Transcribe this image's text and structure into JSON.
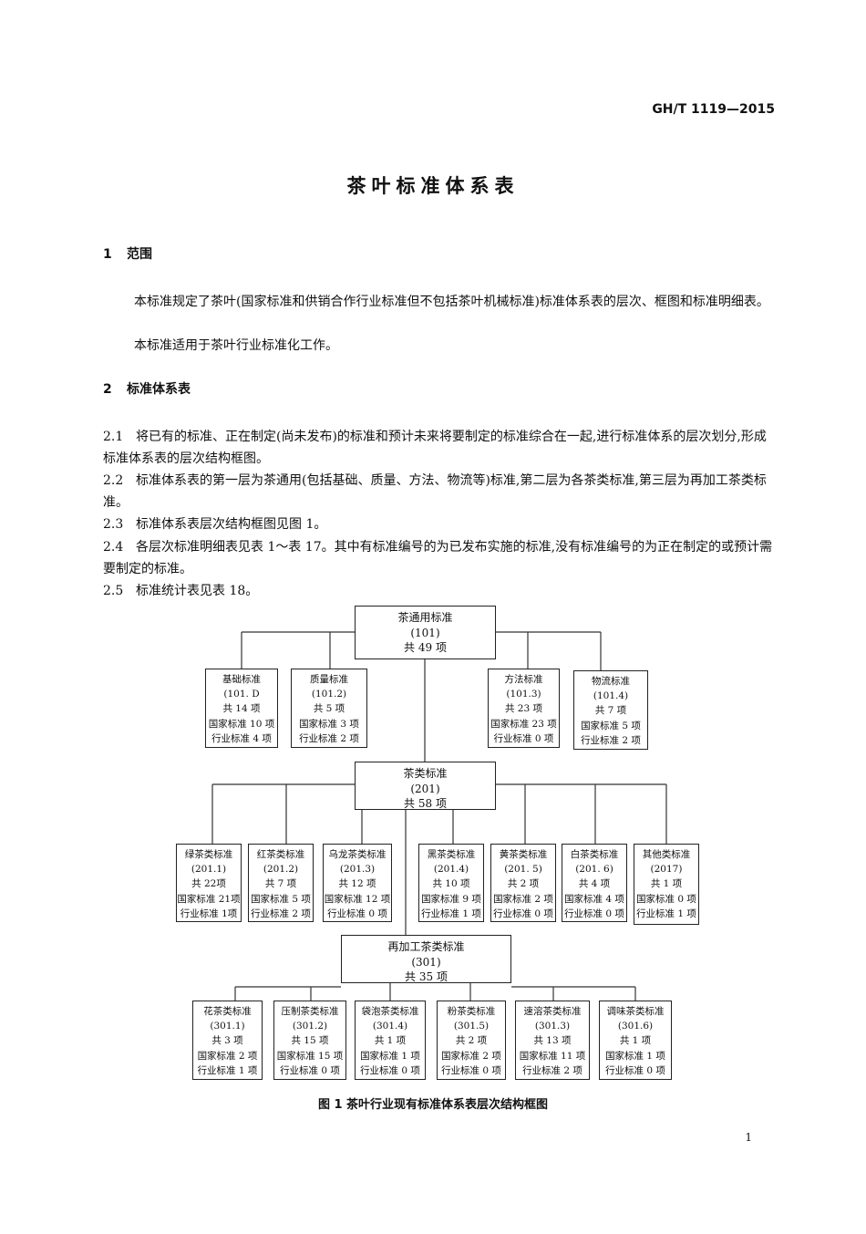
{
  "doc_code": "GH/T 1119—2015",
  "title": "茶叶标准体系表",
  "sections": [
    {
      "num": "1",
      "title": "范围"
    },
    {
      "num": "2",
      "title": "标准体系表"
    }
  ],
  "scope_paras": [
    "本标准规定了茶叶(国家标准和供销合作行业标准但不包括茶叶机械标准)标准体系表的层次、框图和标准明细表。",
    "本标准适用于茶叶行业标准化工作。"
  ],
  "clauses": [
    {
      "num": "2.1",
      "text": "将已有的标准、正在制定(尚未发布)的标准和预计未来将要制定的标准综合在一起,进行标准体系的层次划分,形成标准体系表的层次结构框图。"
    },
    {
      "num": "2.2",
      "text": "标准体系表的第一层为茶通用(包括基础、质量、方法、物流等)标准,第二层为各茶类标准,第三层为再加工茶类标准。"
    },
    {
      "num": "2.3",
      "text": "标准体系表层次结构框图见图 1。"
    },
    {
      "num": "2.4",
      "text": "各层次标准明细表见表 1～表 17。其中有标准编号的为已发布实施的标准,没有标准编号的为正在制定的或预计需要制定的标准。"
    },
    {
      "num": "2.5",
      "text": "标准统计表见表 18。"
    }
  ],
  "diagram": {
    "main": [
      {
        "lines": [
          "茶通用标准",
          "(101)",
          "共 49 项"
        ]
      },
      {
        "lines": [
          "茶类标准",
          "(201)",
          "共 58 项"
        ]
      },
      {
        "lines": [
          "再加工茶类标准",
          "(301)",
          "共 35 项"
        ]
      }
    ],
    "row1": [
      {
        "lines": [
          "基础标准",
          "(101. D",
          "共 14 项",
          "国家标准 10 项",
          "行业标准 4 项"
        ]
      },
      {
        "lines": [
          "质量标准",
          "(101.2)",
          "共 5 项",
          "国家标准 3 项",
          "行业标准 2 项"
        ]
      },
      {
        "lines": [
          "方法标准",
          "(101.3)",
          "共 23 项",
          "国家标准 23 项",
          "行业标准 0 项"
        ]
      },
      {
        "lines": [
          "物流标准",
          "(101.4)",
          "共 7 项",
          "国家标准 5 项",
          "行业标准 2 项"
        ]
      }
    ],
    "row2": [
      {
        "lines": [
          "绿茶类标准",
          "(201.1)",
          "共 22项",
          "国家标准 21项",
          "行业标准 1项"
        ]
      },
      {
        "lines": [
          "红茶类标准",
          "(201.2)",
          "共 7 项",
          "国家标准 5 项",
          "行业标准 2 项"
        ]
      },
      {
        "lines": [
          "乌龙茶类标准",
          "(201.3)",
          "共 12 项",
          "国家标准 12 项",
          "行业标准 0 项"
        ]
      },
      {
        "lines": [
          "黑茶类标准",
          "(201.4)",
          "共 10 项",
          "国家标准 9 项",
          "行业标准 1 项"
        ]
      },
      {
        "lines": [
          "黄茶类标准",
          "(201. 5)",
          "共 2 项",
          "国家标准 2 项",
          "行业标准 0 项"
        ]
      },
      {
        "lines": [
          "白茶类标准",
          "(201. 6)",
          "共 4 项",
          "国家标准 4 项",
          "行业标准 0 项"
        ]
      },
      {
        "lines": [
          "其他类标准",
          "(2017)",
          "共 1 项",
          "国家标准 0 项",
          "行业标准 1 项"
        ]
      }
    ],
    "row3": [
      {
        "lines": [
          "花茶类标准",
          "(301.1)",
          "共 3 项",
          "国家标准 2 项",
          "行业标准 1 项"
        ]
      },
      {
        "lines": [
          "压制茶类标准",
          "(301.2)",
          "共 15 项",
          "国家标准 15 项",
          "行业标准 0 项"
        ]
      },
      {
        "lines": [
          "袋泡茶类标准",
          "(301.4)",
          "共 1 项",
          "国家标准 1 项",
          "行业标准 0 项"
        ]
      },
      {
        "lines": [
          "粉茶类标准",
          "(301.5)",
          "共 2 项",
          "国家标准 2 项",
          "行业标准 0 项"
        ]
      },
      {
        "lines": [
          "速溶茶类标准",
          "(301.3)",
          "共 13 项",
          "国家标准 11 项",
          "行业标准 2 项"
        ]
      },
      {
        "lines": [
          "调味茶类标准",
          "(301.6)",
          "共 1 项",
          "国家标准 1 项",
          "行业标准 0 项"
        ]
      }
    ]
  },
  "figure_caption": "图 1   茶叶行业现有标准体系表层次结构框图",
  "page_number": "1"
}
